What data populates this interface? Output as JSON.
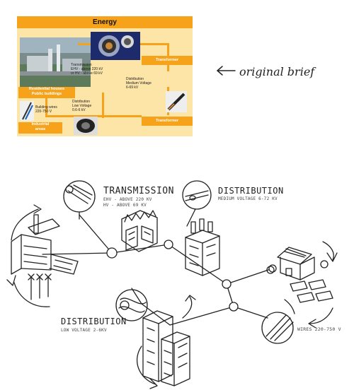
{
  "colors": {
    "orange": "#f7a21b",
    "panel": "#fde5a8",
    "ink": "#222222"
  },
  "brief": {
    "title": "Energy",
    "transmission": {
      "l1": "Transmission",
      "l2": "EHV - above 220 kV",
      "l3": "or HV - above 69 kV"
    },
    "distribution_medium": {
      "l1": "Distribution",
      "l2": "Medium Voltage",
      "l3": "6-69 kV"
    },
    "transformer_top": "Transformer",
    "transformer_bottom": "Transformer",
    "residential": {
      "l1": "Residential houses",
      "l2": "Public buildings"
    },
    "building_wires": {
      "l1": "Building wires",
      "l2": "220-750 V"
    },
    "distribution_low": {
      "l1": "Distribution",
      "l2": "Low Voltage",
      "l3": "0.6-6 kV"
    },
    "industrial": {
      "l1": "Industrial",
      "l2": "areas"
    }
  },
  "annotation": "original brief",
  "sketch": {
    "transmission": {
      "title": "TRANSMISSION",
      "l1": "EHV - ABOVE 220 KV",
      "l2": "HV - ABOVE 69 KV"
    },
    "distribution_top": {
      "title": "DISTRIBUTION",
      "l1": "MEDIUM VOLTAGE 6-72 KV"
    },
    "distribution_bottom": {
      "title": "DISTRIBUTION",
      "l1": "LOW VOLTAGE 2-6KV"
    },
    "wires": "WIRES 220-750 V"
  }
}
